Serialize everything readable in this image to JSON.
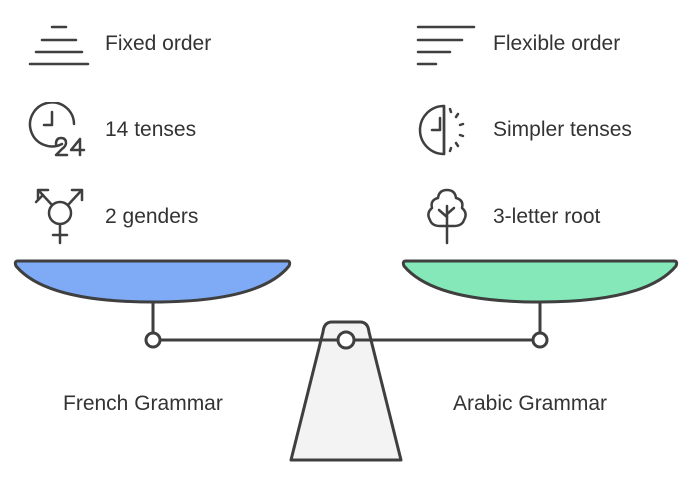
{
  "colors": {
    "stroke": "#3f3f3f",
    "text": "#333333",
    "left_pan": "#7eaaf6",
    "right_pan": "#84e8b8",
    "base": "#f3f3f3"
  },
  "left": {
    "items": [
      {
        "label": "Fixed order",
        "icon": "align-center-lines-icon"
      },
      {
        "label": "14 tenses",
        "icon": "clock-24-icon"
      },
      {
        "label": "2 genders",
        "icon": "gender-symbol-icon"
      }
    ],
    "title": "French Grammar"
  },
  "right": {
    "items": [
      {
        "label": "Flexible order",
        "icon": "align-left-lines-icon"
      },
      {
        "label": "Simpler tenses",
        "icon": "half-clock-icon"
      },
      {
        "label": "3-letter root",
        "icon": "tree-icon"
      }
    ],
    "title": "Arabic Grammar"
  }
}
